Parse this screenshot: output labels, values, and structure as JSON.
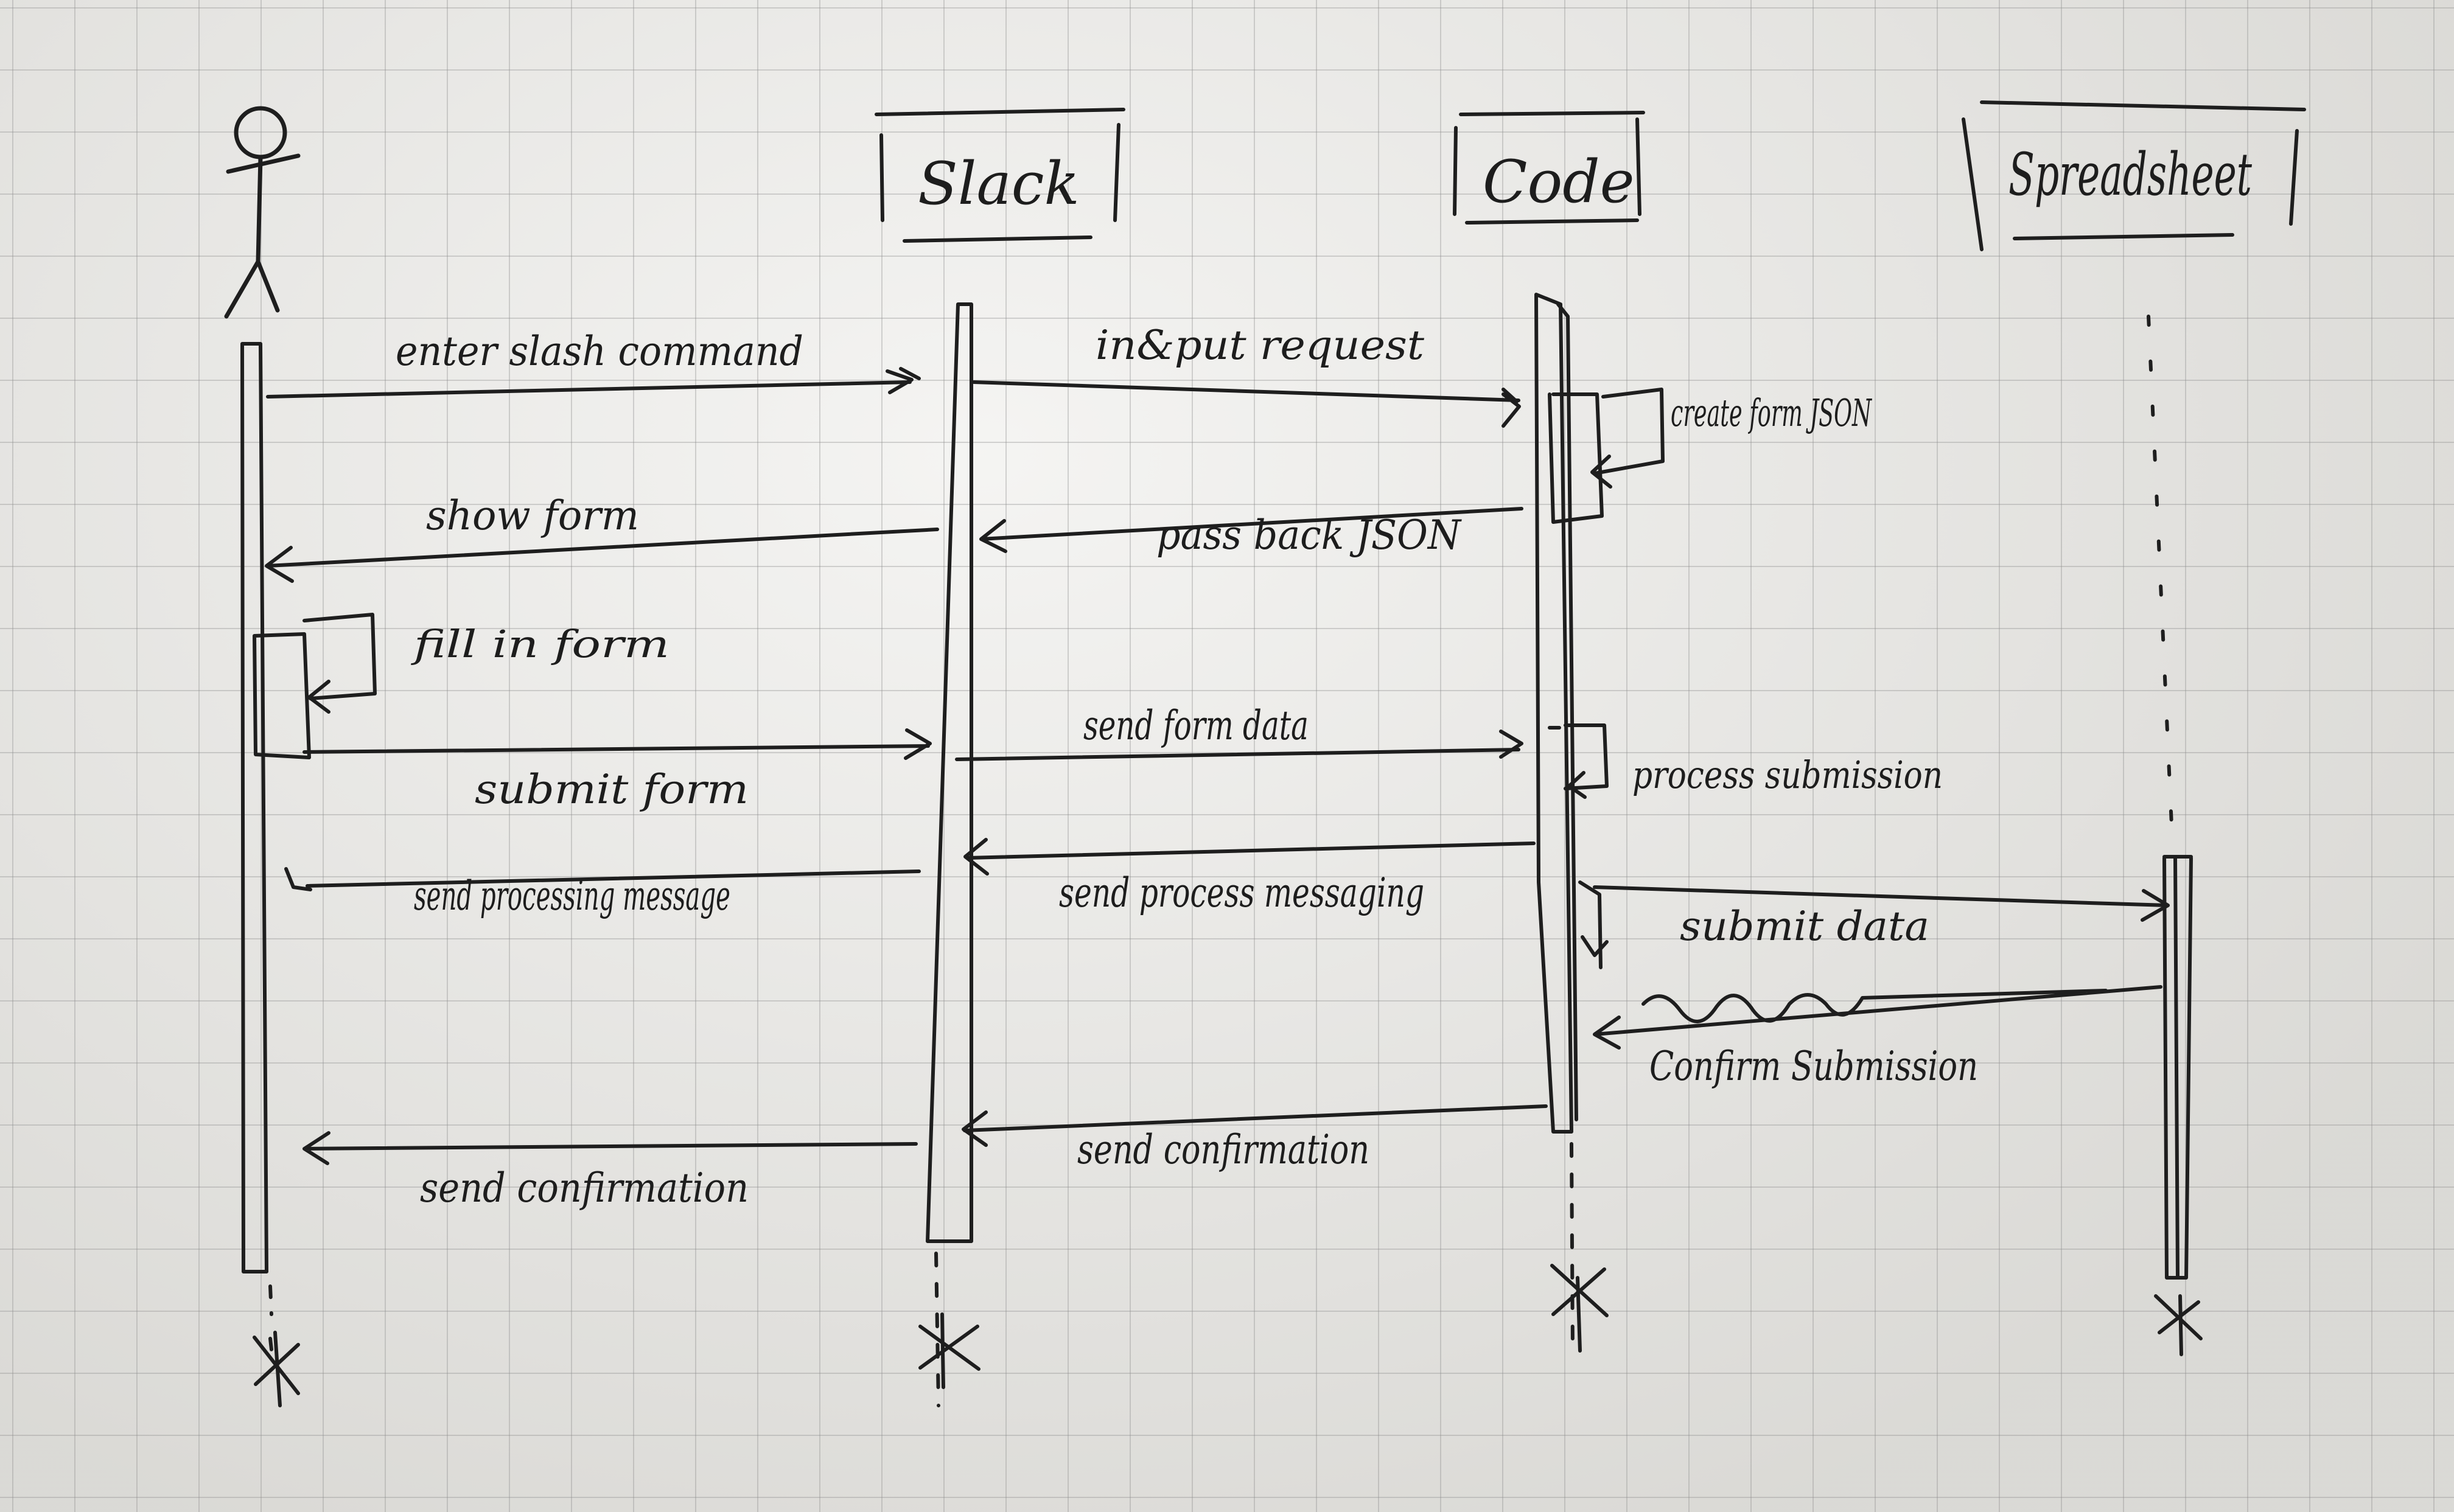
{
  "diagram": {
    "participants": [
      {
        "id": "user",
        "label": "",
        "kind": "actor"
      },
      {
        "id": "slack",
        "label": "Slack",
        "kind": "box"
      },
      {
        "id": "code",
        "label": "Code",
        "kind": "box"
      },
      {
        "id": "spreadsheet",
        "label": "Spreadsheet",
        "kind": "box"
      }
    ],
    "messages": [
      {
        "from": "user",
        "to": "slack",
        "label": "enter slash command"
      },
      {
        "from": "slack",
        "to": "code",
        "label": "in&put request"
      },
      {
        "self": "code",
        "label": "create form JSON"
      },
      {
        "from": "code",
        "to": "slack",
        "label": "pass back JSON"
      },
      {
        "from": "slack",
        "to": "user",
        "label": "show form"
      },
      {
        "self": "user",
        "label": "fill in form"
      },
      {
        "from": "user",
        "to": "slack",
        "label": "submit form"
      },
      {
        "from": "slack",
        "to": "code",
        "label": "send form data"
      },
      {
        "self": "code",
        "label": "process submission"
      },
      {
        "from": "code",
        "to": "slack",
        "label": "send process messaging"
      },
      {
        "from": "slack",
        "to": "user",
        "label": "send processing message"
      },
      {
        "from": "code",
        "to": "spreadsheet",
        "label": "submit data"
      },
      {
        "from": "spreadsheet",
        "to": "code",
        "label": "Confirm Submission"
      },
      {
        "from": "code",
        "to": "slack",
        "label": "send confirmation"
      },
      {
        "from": "slack",
        "to": "user",
        "label": "send confirmation"
      }
    ]
  }
}
